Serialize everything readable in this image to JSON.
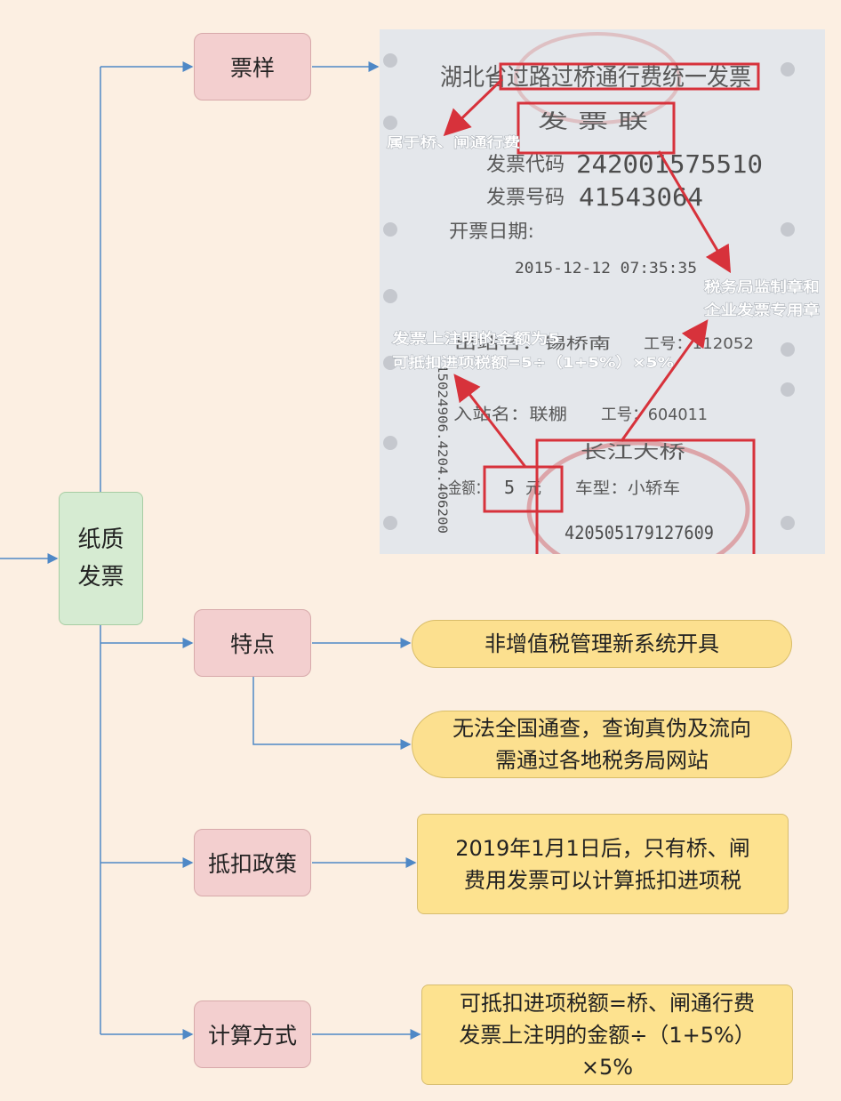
{
  "root": {
    "line1": "纸质",
    "line2": "发票"
  },
  "branches": {
    "sample": "票样",
    "features": "特点",
    "policy": "抵扣政策",
    "calculation": "计算方式"
  },
  "features": {
    "item1": "非增值税管理新系统开具",
    "item2_line1": "无法全国通查，查询真伪及流向",
    "item2_line2": "需通过各地税务局网站"
  },
  "policy": {
    "line1": "2019年1月1日后，只有桥、闸",
    "line2": "费用发票可以计算抵扣进项税"
  },
  "calculation": {
    "line1": "可抵扣进项税额=桥、闸通行费",
    "line2": "发票上注明的金额÷（1+5%）",
    "line3": "×5%"
  },
  "invoice": {
    "title": "湖北省过路过桥通行费统一发票",
    "stub": "发 票 联",
    "code_label": "发票代码",
    "code_value": "242001575510",
    "number_label": "发票号码",
    "number_value": "41543064",
    "date_label": "开票日期:",
    "date_value": "2015-12-12  07:35:35",
    "exit_text": "出站名：锡桥南",
    "exit_staff": "工号：112052",
    "entry_text": "入站名：联棚",
    "entry_staff": "工号：604011",
    "amount_label": "金额：",
    "amount_value": "5",
    "amount_unit": "元",
    "vehicle": "车型：小轿车",
    "seal_text": "长江大桥",
    "seal_number": "420505179127609",
    "side_text": "15024906.4204.406200",
    "annotation_bridge": "属于桥、闸通行费",
    "annotation_seal_line1": "税务局监制章和",
    "annotation_seal_line2": "企业发票专用章",
    "annotation_amount_line1": "发票上注明的金额为5",
    "annotation_amount_line2": "可抵扣进项税额=5÷（1+5%）×5%"
  },
  "colors": {
    "background": "#fcefe2",
    "root_fill": "#d6ebd2",
    "branch_fill": "#f3cfcf",
    "leaf_fill": "#fce08f",
    "connector": "#4f88c6",
    "annotation_red": "#d7323b"
  }
}
